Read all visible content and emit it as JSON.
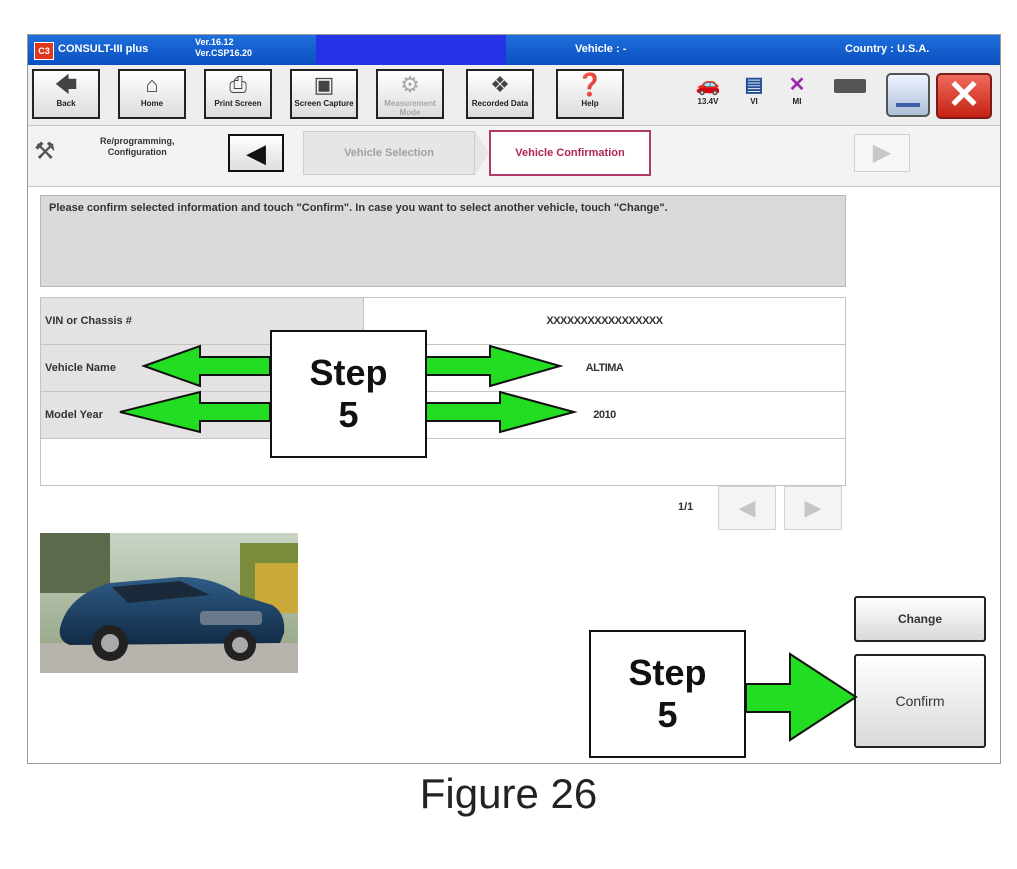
{
  "titlebar": {
    "app_name": "CONSULT-III plus",
    "version_line1": "Ver.16.12",
    "version_line2": "Ver.CSP16.20",
    "vehicle": "Vehicle : -",
    "country": "Country : U.S.A."
  },
  "toolbar": {
    "back": "Back",
    "home": "Home",
    "print_screen": "Print Screen",
    "screen_capture": "Screen Capture",
    "measurement_mode": "Measurement Mode",
    "recorded_data": "Recorded Data",
    "help": "Help",
    "voltage": "13.4V",
    "vi": "VI",
    "mi": "MI"
  },
  "breadcrumb": {
    "section_line1": "Re/programming,",
    "section_line2": "Configuration",
    "step1": "Vehicle Selection",
    "step2": "Vehicle Confirmation"
  },
  "message": "Please confirm selected information and touch \"Confirm\". In case you want to select another vehicle, touch \"Change\".",
  "table": {
    "rows": [
      {
        "label": "VIN or Chassis #",
        "value": "XXXXXXXXXXXXXXXXX"
      },
      {
        "label": "Vehicle Name",
        "value": "ALTIMA"
      },
      {
        "label": "Model Year",
        "value": "2010"
      },
      {
        "label": "",
        "value": ""
      }
    ]
  },
  "pager": "1/1",
  "buttons": {
    "change": "Change",
    "confirm": "Confirm"
  },
  "annotations": {
    "step_word": "Step",
    "step_number": "5"
  },
  "caption": "Figure 26",
  "colors": {
    "titlebar_blue": "#0b4fc0",
    "active_step": "#b0235a",
    "arrow_green": "#22dd22"
  }
}
